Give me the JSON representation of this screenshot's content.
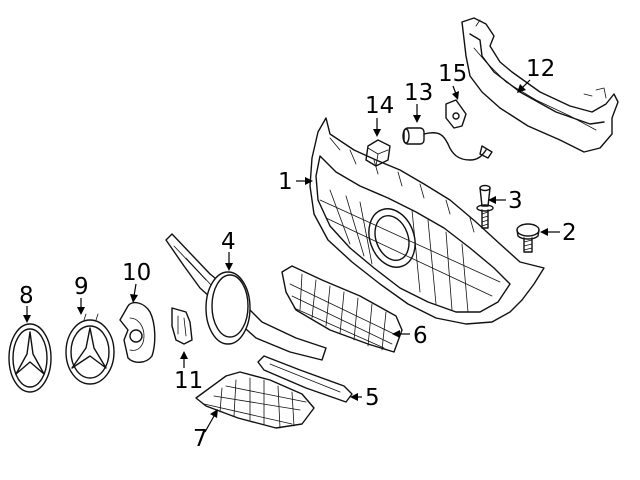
{
  "callouts": [
    {
      "id": "1",
      "label": "1",
      "part": "grille-frame"
    },
    {
      "id": "2",
      "label": "2",
      "part": "screw"
    },
    {
      "id": "3",
      "label": "3",
      "part": "bolt"
    },
    {
      "id": "4",
      "label": "4",
      "part": "emblem-mount-bar"
    },
    {
      "id": "5",
      "label": "5",
      "part": "lower-trim-strip"
    },
    {
      "id": "6",
      "label": "6",
      "part": "upper-mesh-insert"
    },
    {
      "id": "7",
      "label": "7",
      "part": "lower-mesh-insert"
    },
    {
      "id": "8",
      "label": "8",
      "part": "emblem-star"
    },
    {
      "id": "9",
      "label": "9",
      "part": "emblem-star-ring"
    },
    {
      "id": "10",
      "label": "10",
      "part": "emblem-bracket"
    },
    {
      "id": "11",
      "label": "11",
      "part": "mount-clip"
    },
    {
      "id": "12",
      "label": "12",
      "part": "upper-support-bracket"
    },
    {
      "id": "13",
      "label": "13",
      "part": "sensor-harness"
    },
    {
      "id": "14",
      "label": "14",
      "part": "connector"
    },
    {
      "id": "15",
      "label": "15",
      "part": "small-bracket"
    }
  ]
}
